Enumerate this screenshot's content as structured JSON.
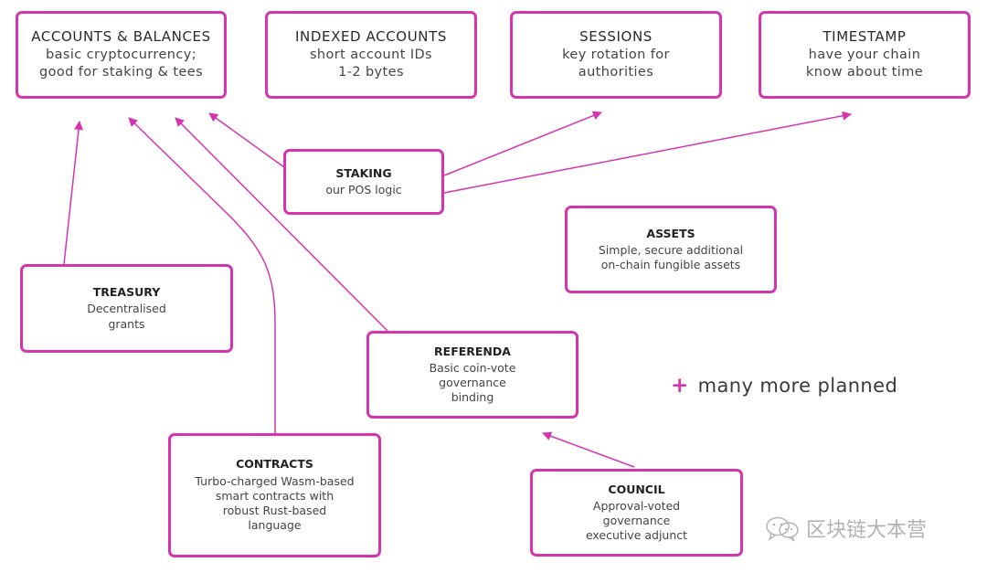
{
  "colors": {
    "accent": "#d633b0",
    "text": "#333333",
    "watermark": "#b3b3b3"
  },
  "modules": {
    "accounts": {
      "title": "ACCOUNTS & BALANCES",
      "desc": "basic cryptocurrency;\ngood for staking & tees"
    },
    "indexed": {
      "title": "INDEXED ACCOUNTS",
      "desc": "short account IDs\n1-2 bytes"
    },
    "sessions": {
      "title": "SESSIONS",
      "desc": "key rotation for\nauthorities"
    },
    "timestamp": {
      "title": "TIMESTAMP",
      "desc": "have your chain\nknow about time"
    },
    "staking": {
      "title": "STAKING",
      "desc": "our POS logic"
    },
    "assets": {
      "title": "ASSETS",
      "desc": "Simple, secure additional\non-chain fungible assets"
    },
    "treasury": {
      "title": "TREASURY",
      "desc": "Decentralised\ngrants"
    },
    "referenda": {
      "title": "REFERENDA",
      "desc": "Basic coin-vote\ngovernance\nbinding"
    },
    "contracts": {
      "title": "CONTRACTS",
      "desc": "Turbo-charged Wasm-based\nsmart contracts with\nrobust Rust-based\nlanguage"
    },
    "council": {
      "title": "COUNCIL",
      "desc": "Approval-voted\ngovernance\nexecutive adjunct"
    }
  },
  "footnote": {
    "plus": "+",
    "text": "many more planned"
  },
  "watermark": {
    "icon": "wechat-icon",
    "text": "区块链大本营"
  }
}
